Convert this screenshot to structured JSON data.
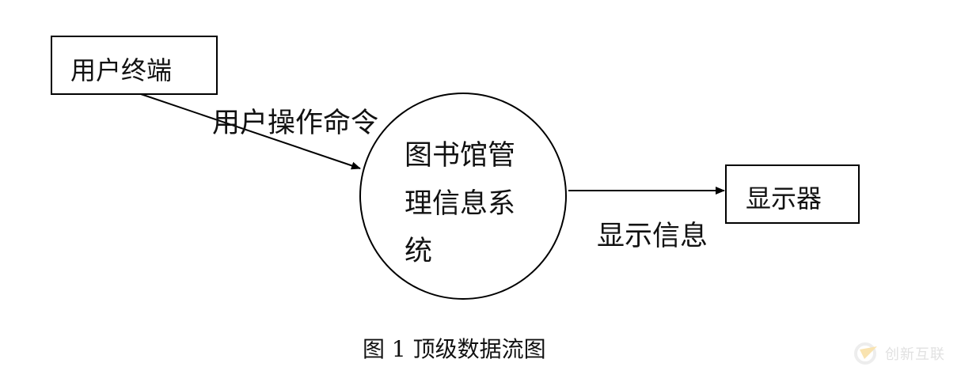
{
  "nodes": {
    "user_terminal": "用户终端",
    "system": [
      "图书馆管",
      "理信息系",
      "统"
    ],
    "display": "显示器"
  },
  "flows": {
    "user_command": "用户操作命令",
    "display_info": "显示信息"
  },
  "caption": "图 1  顶级数据流图",
  "watermark": "创新互联"
}
